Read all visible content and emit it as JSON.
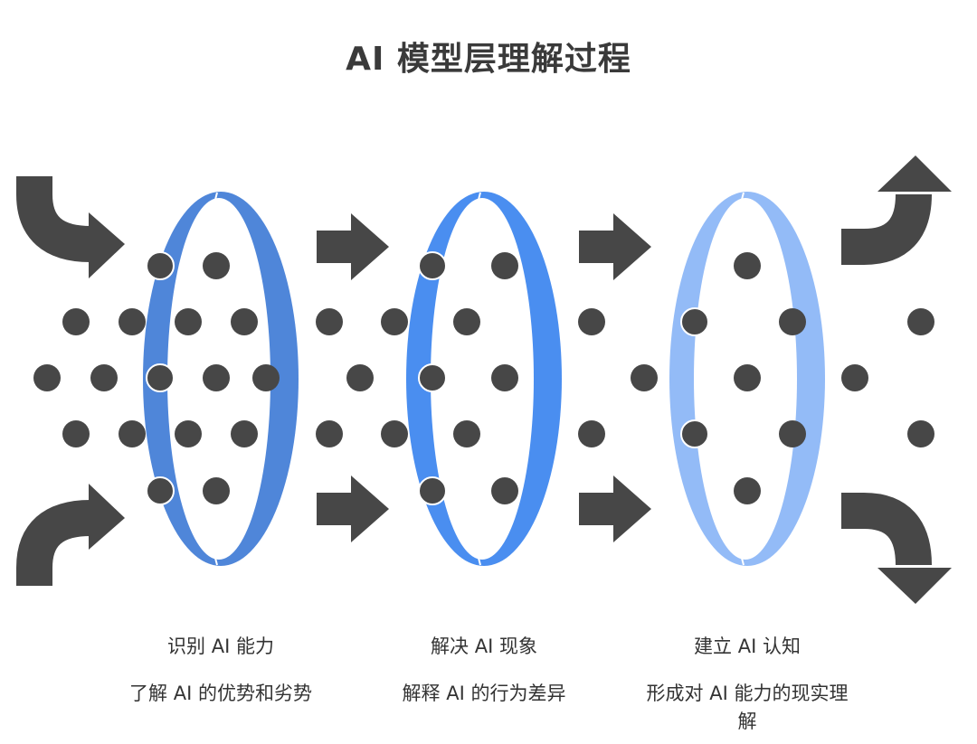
{
  "title": "AI 模型层理解过程",
  "colors": {
    "dot": "#474747",
    "arrow": "#474747",
    "lens1": "#4f86d9",
    "lens2": "#4a8ef0",
    "lens3": "#93bbf7"
  },
  "stages": [
    {
      "title": "识别 AI 能力",
      "desc": "了解 AI 的优势和劣势"
    },
    {
      "title": "解决 AI 现象",
      "desc": "解释 AI 的行为差异"
    },
    {
      "title": "建立 AI 认知",
      "desc": "形成对 AI 能力的现实理解"
    }
  ]
}
